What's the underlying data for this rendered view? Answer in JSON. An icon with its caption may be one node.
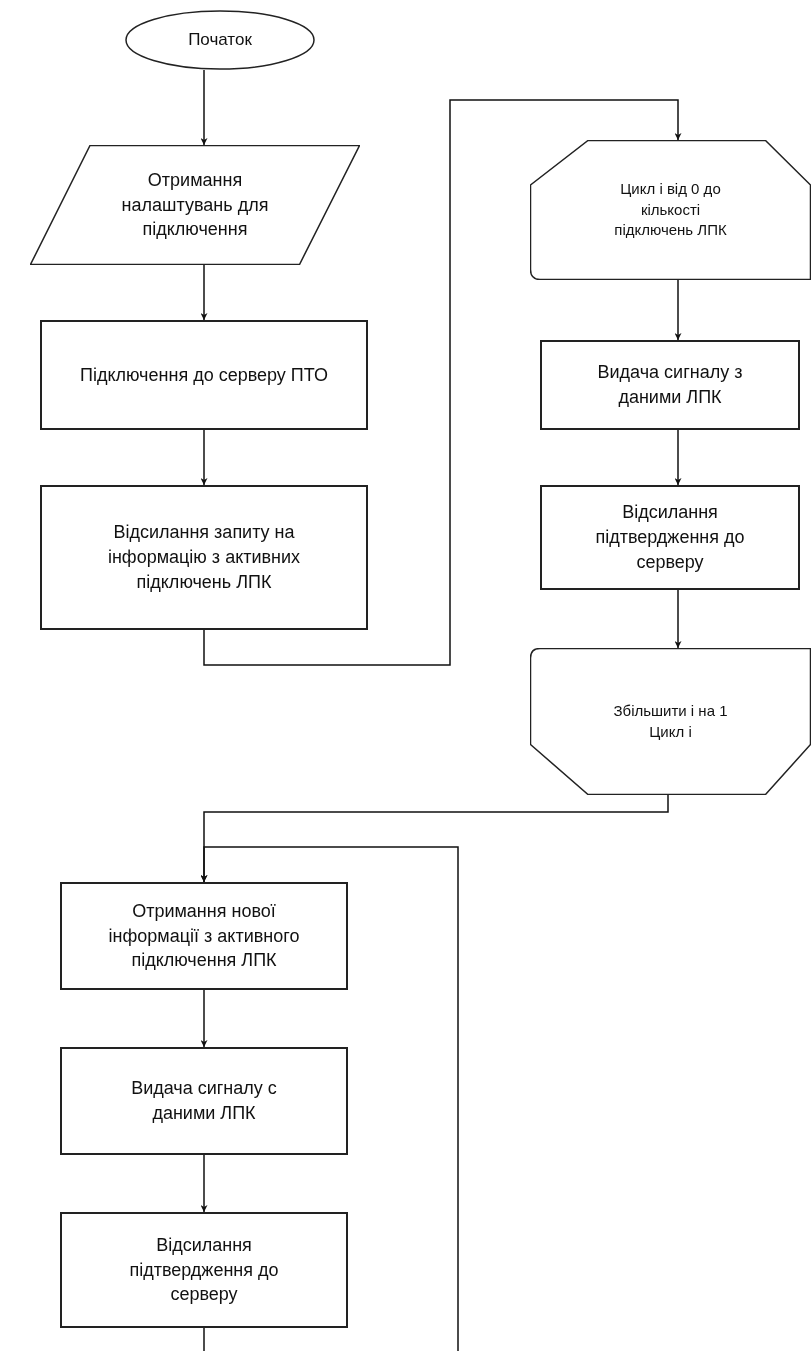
{
  "diagram": {
    "nodes": [
      {
        "text": [
          "Початок"
        ]
      },
      {
        "text": [
          "Отримання налаштувань для підключення"
        ]
      },
      {
        "text": [
          "Підключення до серверу ПТО"
        ]
      },
      {
        "text": [
          "Відсилання запиту на інформацію з активних підключень ЛПК"
        ]
      },
      {
        "text": [
          "Цикл і від 0 до кількості підключень ЛПК"
        ]
      },
      {
        "text": [
          "Видача сигналу з даними ЛПК"
        ]
      },
      {
        "text": [
          "Відсилання підтвердження до серверу"
        ]
      },
      {
        "text": [
          "Збільшити і на 1 Цикл і"
        ]
      },
      {
        "text": [
          "Отримання нової інформації з активного підключення ЛПК"
        ]
      },
      {
        "text": [
          "Видача сигналу с даними ЛПК"
        ]
      },
      {
        "text": [
          "Відсилання підтвердження до серверу"
        ]
      }
    ],
    "edges": [
      {
        "from": 0,
        "to": 1,
        "arrow": "to"
      },
      {
        "from": 1,
        "to": 2,
        "arrow": "to"
      },
      {
        "from": 2,
        "to": 3,
        "arrow": "to"
      },
      {
        "from": 3,
        "to": 4,
        "arrow": "to"
      },
      {
        "from": 4,
        "to": 5,
        "arrow": "to"
      },
      {
        "from": 5,
        "to": 6,
        "arrow": "to"
      },
      {
        "from": 6,
        "to": 7,
        "arrow": "to"
      },
      {
        "from": 7,
        "to": 8,
        "arrow": "to"
      },
      {
        "from": 8,
        "to": 9,
        "arrow": "to"
      },
      {
        "from": 9,
        "to": 10,
        "arrow": "to"
      },
      {
        "from": 10,
        "to": null,
        "arrow": "none"
      },
      {
        "from": null,
        "to": 8,
        "arrow": "to"
      }
    ]
  }
}
